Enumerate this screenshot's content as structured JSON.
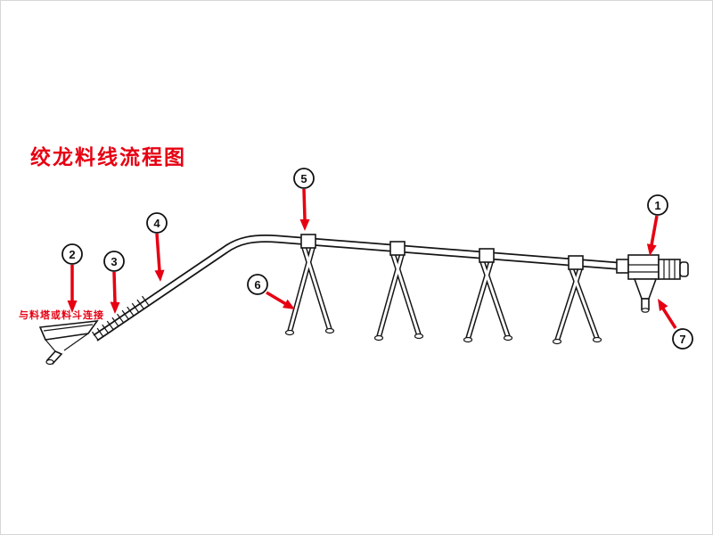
{
  "diagram": {
    "title": "绞龙料线流程图",
    "annotation": "与料塔或料斗连接",
    "callouts": [
      {
        "number": "1"
      },
      {
        "number": "2"
      },
      {
        "number": "3"
      },
      {
        "number": "4"
      },
      {
        "number": "5"
      },
      {
        "number": "6"
      },
      {
        "number": "7"
      }
    ],
    "colors": {
      "accent_red": "#e60012",
      "line_black": "#151515",
      "background": "#ffffff"
    }
  }
}
